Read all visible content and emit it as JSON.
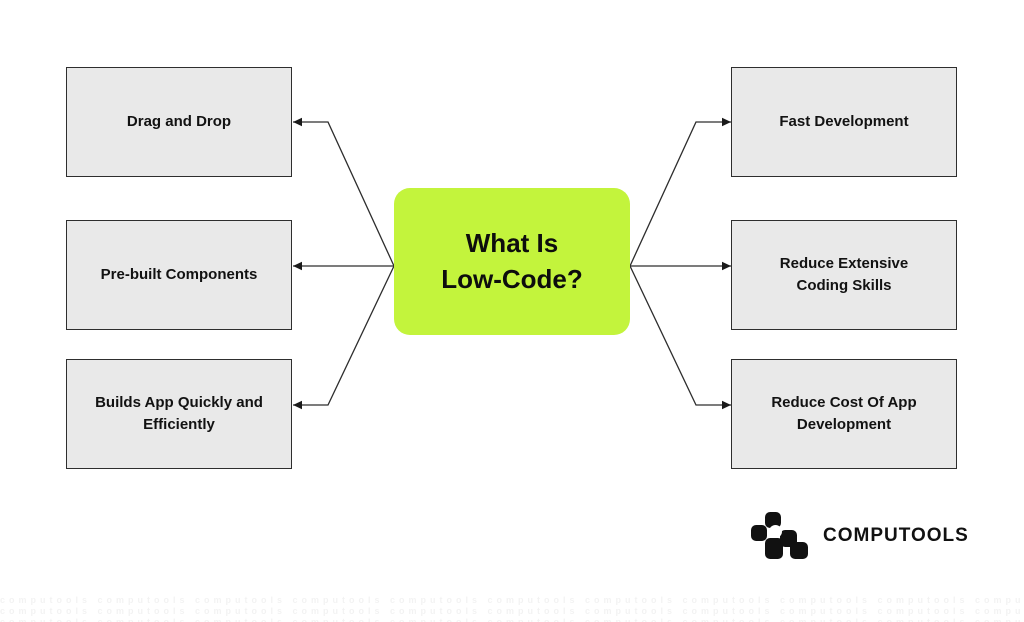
{
  "diagram": {
    "center": {
      "title": "What Is\nLow-Code?",
      "bg_color": "#c3f43c"
    },
    "left_nodes": [
      {
        "label": "Drag and Drop"
      },
      {
        "label": "Pre-built Components"
      },
      {
        "label": "Builds App Quickly and Efficiently"
      }
    ],
    "right_nodes": [
      {
        "label": "Fast Development"
      },
      {
        "label": "Reduce Extensive Coding Skills"
      },
      {
        "label": "Reduce Cost Of App Development"
      }
    ],
    "colors": {
      "node_bg": "#e9e9e9",
      "node_border": "#2e2e2e",
      "line": "#2d2d2d",
      "accent_green": "#c3f43c"
    }
  },
  "branding": {
    "wordmark": "COMPUTOOLS",
    "logo_icon": "computools-pixel-mark",
    "logo_color": "#111111"
  },
  "watermark": {
    "text": "computools"
  }
}
